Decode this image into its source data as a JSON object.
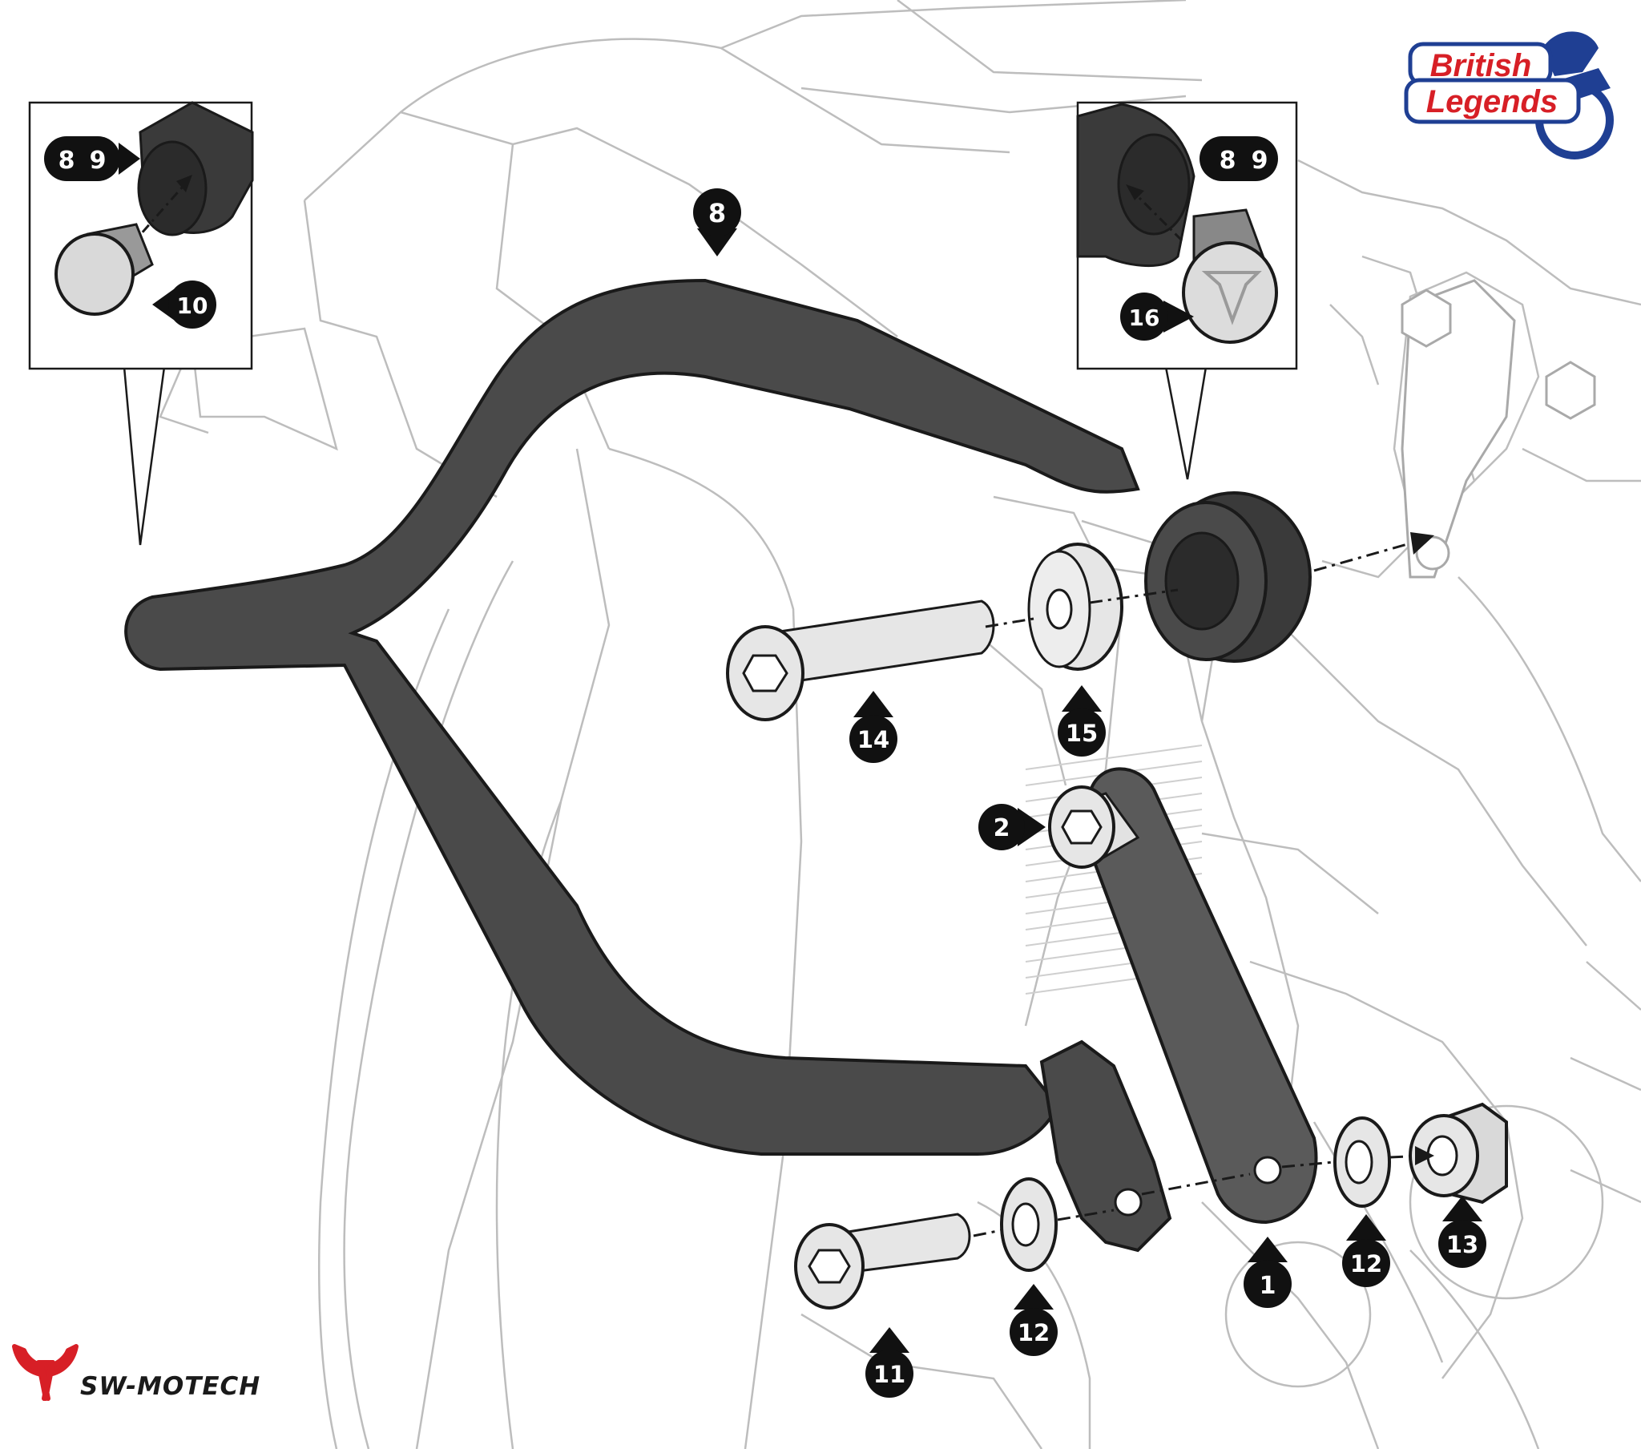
{
  "logos": {
    "top_right": {
      "line1": "British",
      "line2": "Legends",
      "primary_color": "#d71f26",
      "secondary_color": "#1f3f93"
    },
    "bottom_left": {
      "text": "SW-MOTECH",
      "symbol_color": "#d71f26",
      "text_color": "#1a1a1a"
    }
  },
  "callouts": {
    "c1": "1",
    "c2": "2",
    "c8": "8",
    "c11": "11",
    "c12a": "12",
    "c12b": "12",
    "c13": "13",
    "c14": "14",
    "c15": "15",
    "inset_left": {
      "a": "8",
      "b": "9",
      "c": "10"
    },
    "inset_right": {
      "a": "8",
      "b": "9",
      "c": "16"
    }
  },
  "colors": {
    "line_art": "#b9b9b9",
    "part_dark": "#4a4a4a",
    "part_outline": "#1a1a1a",
    "hardware_light": "#e6e6e6",
    "callout_fill": "#111111"
  }
}
